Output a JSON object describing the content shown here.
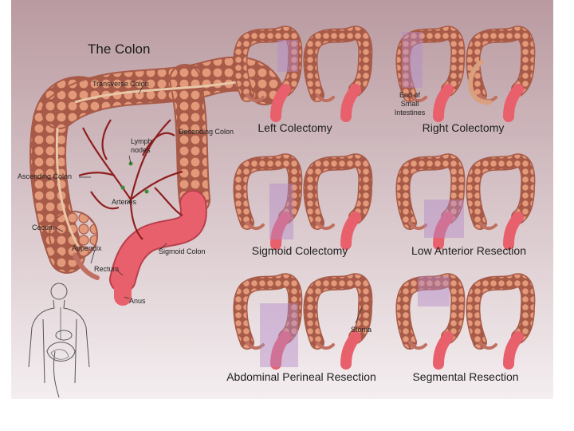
{
  "main": {
    "title": "The Colon",
    "labels": {
      "transverse_colon": "Transverse Colon",
      "descending_colon": "Desending Colon",
      "lymph_nodes": "Lymph nodes",
      "ascending_colon": "Ascending Colon",
      "arteries": "Arteries",
      "cecum": "Cecum",
      "appendix": "Appendix",
      "sigmoid_colon": "Sigmoid Colon",
      "rectum": "Rectum",
      "anus": "Anus"
    }
  },
  "procedures": [
    {
      "name": "Left Colectomy"
    },
    {
      "name": "Right Colectomy",
      "note": "End of Small Intestines"
    },
    {
      "name": "Sigmoid Colectomy"
    },
    {
      "name": "Low Anterior Resection"
    },
    {
      "name": "Abdominal Perineal Resection",
      "note": "Stoma"
    },
    {
      "name": "Segmental Resection"
    }
  ],
  "colors": {
    "background_top": "#b99aa0",
    "background_bottom": "#f4eef0",
    "colon": "#d98a6c",
    "colon_dark": "#a85a48",
    "rectum": "#e8606c",
    "highlight": "#b48ac8",
    "artery": "#8e1f1f"
  }
}
